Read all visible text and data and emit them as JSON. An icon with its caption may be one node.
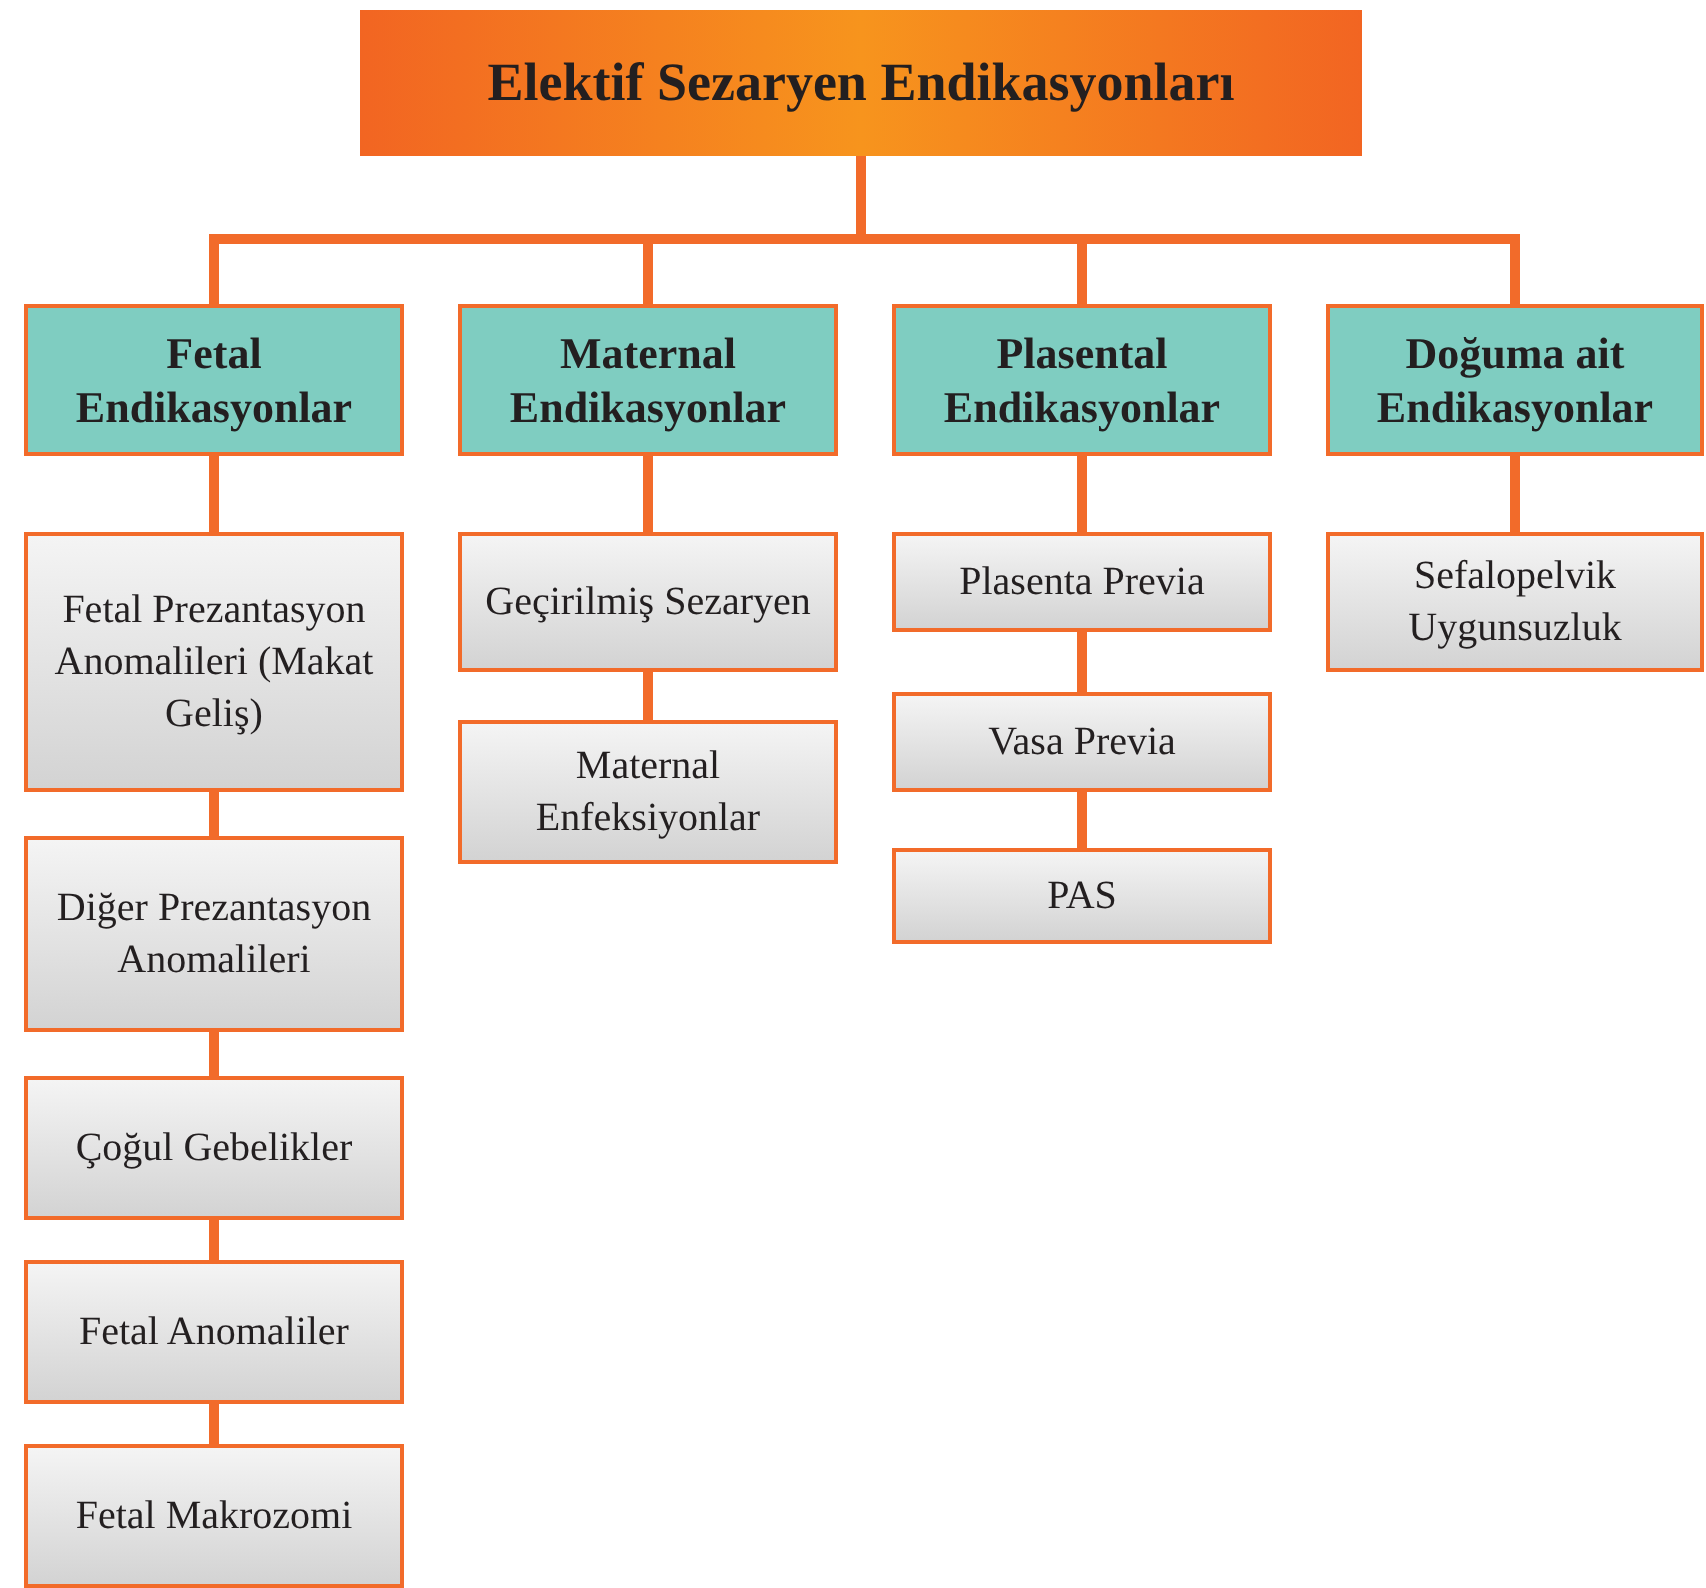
{
  "diagram": {
    "nodes": [
      {
        "text": [
          "Elektif Sezaryen Endikasyonları"
        ]
      },
      {
        "text": [
          "Fetal Endikasyonlar"
        ]
      },
      {
        "text": [
          "Maternal Endikasyonlar"
        ]
      },
      {
        "text": [
          "Plasental Endikasyonlar"
        ]
      },
      {
        "text": [
          "Doğuma ait Endikasyonlar"
        ]
      },
      {
        "text": [
          "Fetal Prezantasyon Anomalileri (Makat Geliş)"
        ]
      },
      {
        "text": [
          "Diğer Prezantasyon Anomalileri"
        ]
      },
      {
        "text": [
          "Çoğul Gebelikler"
        ]
      },
      {
        "text": [
          "Fetal Anomaliler"
        ]
      },
      {
        "text": [
          "Fetal Makrozomi"
        ]
      },
      {
        "text": [
          "Geçirilmiş Sezaryen"
        ]
      },
      {
        "text": [
          "Maternal Enfeksiyonlar"
        ]
      },
      {
        "text": [
          "Plasenta Previa"
        ]
      },
      {
        "text": [
          "Vasa Previa"
        ]
      },
      {
        "text": [
          "PAS"
        ]
      },
      {
        "text": [
          "Sefalopelvik Uygunsuzluk"
        ]
      }
    ],
    "edges": [
      {
        "from": 0,
        "to": 1,
        "arrow": "none"
      },
      {
        "from": 0,
        "to": 2,
        "arrow": "none"
      },
      {
        "from": 0,
        "to": 3,
        "arrow": "none"
      },
      {
        "from": 0,
        "to": 4,
        "arrow": "none"
      },
      {
        "from": 1,
        "to": 5,
        "arrow": "none"
      },
      {
        "from": 5,
        "to": 6,
        "arrow": "none"
      },
      {
        "from": 6,
        "to": 7,
        "arrow": "none"
      },
      {
        "from": 7,
        "to": 8,
        "arrow": "none"
      },
      {
        "from": 8,
        "to": 9,
        "arrow": "none"
      },
      {
        "from": 2,
        "to": 10,
        "arrow": "none"
      },
      {
        "from": 10,
        "to": 11,
        "arrow": "none"
      },
      {
        "from": 3,
        "to": 12,
        "arrow": "none"
      },
      {
        "from": 12,
        "to": 13,
        "arrow": "none"
      },
      {
        "from": 13,
        "to": 14,
        "arrow": "none"
      },
      {
        "from": 4,
        "to": 15,
        "arrow": "none"
      }
    ]
  }
}
